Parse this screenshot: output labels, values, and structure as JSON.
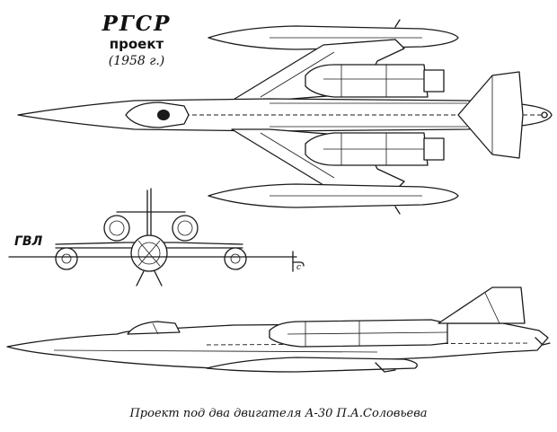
{
  "title": {
    "main": "РГСР",
    "sub": "проект",
    "year": "(1958 г.)"
  },
  "labels": {
    "waterline": "ГВЛ",
    "waterline_mark": "h_c"
  },
  "caption": "Проект  под два двигателя А-30 П.А.Соловьева"
}
